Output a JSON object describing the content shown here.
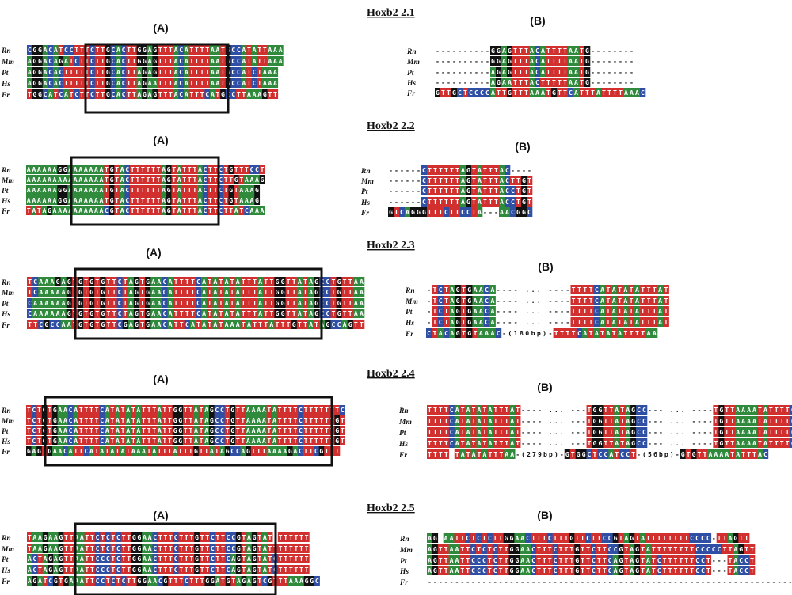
{
  "colors": {
    "A": "#2f8a3c",
    "T": "#d22f2f",
    "C": "#2f4fa5",
    "G": "#111111",
    "gap": "#ffffff",
    "box": "#111111"
  },
  "sections": [
    {
      "title": "Hoxb2 2.1",
      "panels": [
        {
          "label": "(A)",
          "species": [
            "Rn",
            "Mm",
            "Pt",
            "Hs",
            "Fr"
          ],
          "rows": [
            "CGGACATCCTTTCTTGCACTTGGAGTTTACATTTTAATGCCATATTAAA",
            "AGGACAGATCTTCTTGCACTTGGAGTTTACATTTTAATGCCATATTAAA",
            "AGGACACTTTTTCTTGCACTTAGAGTTTACATTTTAATGCCATCTAAA",
            "AGGACACTTTTTCTTGCACTTAGAATTTACATTTTAATGCCATCTAAA",
            "TGGCATCATCTTCTTGCACTTAGAGTTTACATTTCATGCCTTAAAGTT"
          ]
        },
        {
          "label": "(B)",
          "species": [
            "Rn",
            "Mm",
            "Pt",
            "Hs",
            "Fr"
          ],
          "rows": [
            "----------GGAGTTTACATTTTAATG--------",
            "----------GGAGTTTACATTTTAATG--------",
            "----------AGAGTTTACATTTTAATG--------",
            "----------AGAATTTACTTTTTAATG--------",
            "GTTGCTCCCCATTGTTTAAATGTTCATTTATTTTAAAC"
          ]
        }
      ]
    },
    {
      "title": "Hoxb2 2.2",
      "panels": [
        {
          "label": "(A)",
          "species": [
            "Rn",
            "Mm",
            "Pt",
            "Hs",
            "Fr"
          ],
          "rows": [
            "AAAAAAGGAAAAAAATGTACTTTTTTAGTATTTACTTCTGTTTCCT",
            "AAAAAAAAAAAAAAATGTACTTTTTTAGTATTTACTTCTTGTAAAG",
            "AAAAAAGGAAAAAAATGTACTTTTTTAGTATTTACTTCTGTAAAG",
            "AAAAAAGGAAAAAAATGTACTTTTTTAGTATTTACTTCTGTAAAG",
            "TATAGAAAAAAAAAACGTACTTTTTTAGTATTTACTTCTTATCAAA"
          ]
        },
        {
          "label": "(B)",
          "species": [
            "Rn",
            "Mm",
            "Pt",
            "Hs",
            "Fr"
          ],
          "rows": [
            "------CTTTTTTAGTATTTAC----",
            "------CTTTTTTAGTATTTACTTGT",
            "------CTTTTTTAGTATTTACCTGT",
            "------CTTTTTTAGTATTTACCTGT",
            "GTCAGGGTTTCTTCCTA---AACGGC"
          ]
        }
      ]
    },
    {
      "title": "Hoxb2 2.3",
      "panels": [
        {
          "label": "(A)",
          "species": [
            "Rn",
            "Mm",
            "Pt",
            "Hs",
            "Fr"
          ],
          "rows": [
            "TCAAAGAGTGTGTGTTCTAGTGAACATTTTCATATATATTTATTGGTTATAGCCTGTTAA",
            "TCAAAAAGTGTGTGTTCTAGTGAACATTTTCATATATATTTATTGGTTATAGCCTGTTAA",
            "CAAAAAAGTGTGTGTTCTAGTGAACATTTTCATATATATTTATTGGTTATAGCCTGTTAA",
            "CAAAAAAGTGTGTGTTCTAGTGAACATTTTCATATATATTTATTGGTTATAGCCTGTTAA",
            "TTCGCCAATGTGTGTTCGAGTGAACATTCATATATAAATATTTATTTGTTATAGCCAGTT"
          ]
        },
        {
          "label": "(B)",
          "species": [
            "Rn",
            "Mm",
            "Pt",
            "Hs",
            "Fr"
          ],
          "rows": [
            "-TCTAGTGAACA---- ... ----TTTTCATATATATTTAT",
            "-TCTAGTGAACA---- ... ----TTTTCATATATATTTAT",
            "-TCTAGTGAACA---- ... ----TTTTCATATATATTTAT",
            "-TCTAGTGAACA---- ... ----TTTTCATATATATTTAT",
            "CTACAGTGTAAAC-(180bp)-TTTTCATATATATTTTAA"
          ]
        }
      ]
    },
    {
      "title": "Hoxb2 2.4",
      "panels": [
        {
          "label": "(A)",
          "species": [
            "Rn",
            "Mm",
            "Pt",
            "Hs",
            "Fr"
          ],
          "rows": [
            "TCTGTGAACATTTTCATATATATTTATTGGTTATAGCCTGTTAAAATATTTTCTTTTTTTC",
            "TCTGTGAACATTTTCATATATATTTATTGGTTATAGCCTGTTAAAATATTTTCTTTTTTGT",
            "TCTGTGAACATTTTCATATATATTTATTGGTTATAGCCTGTTAAAATATTTTCTTTTTTGT",
            "TCTGTGAACATTTTCATATATATTTATTGGTTATAGCCTGTTAAAATATTTTCTTTTTTGT",
            "GAGTGAACATTCATATATATAAATATTTATTTGTTATAGCCAGTTTAAAAGACTTCGTTT"
          ]
        },
        {
          "label": "(B)",
          "species": [
            "Rn",
            "Mm",
            "Pt",
            "Hs",
            "Fr"
          ],
          "rows": [
            "TTTTCATATATATTTAT---- ... ---TGGTTATAGCC--- ... ----TGTTAAAATATTTTC",
            "TTTTCATATATATTTAT---- ... ---TGGTTATAGCC--- ... ----TGTTAAAATATTTTC",
            "TTTTCATATATATTTAT---- ... ---TGGTTATAGCC--- ... ----TGTTAAAATATTTTC",
            "TTTTCATATATATTTAT---- ... ---TGGTTATAGCC--- ... ----TGTTAAAATATTTTC",
            "TTTT TATATATTTAA-(279bp)-GTGGCTCCATCCT-(56bp)-GTGTTAAAATATTTAC"
          ]
        }
      ]
    },
    {
      "title": "Hoxb2 2.5",
      "panels": [
        {
          "label": "(A)",
          "species": [
            "Rn",
            "Mm",
            "Pt",
            "Hs",
            "Fr"
          ],
          "rows": [
            "TAAGAAGTTAATTCTCTCTTGGAACTTTCTTTGTTCTTCCGTAGTAT TTTTTT",
            "TAAGAAGTTAATTCTCTCTTGGAACTTTCTTTGTTCTTCCGTAGTATTTTTTTT",
            "ACTAGAGTTAATTCCCTCTTGGAACTTTCTTTGTTCTTCAGTAGTATCTTTTTT",
            "ACTAGAGTTAATTCCCTCTTGGAACTTTCTTTGTTCTTCAGTAGTATCTTTTTT",
            "AGATCGTGAAATTCCTCTCTTGGAACGTTTCTTTGGATGTAGAGTCGTTTAAAGGC"
          ]
        },
        {
          "label": "(B)",
          "species": [
            "Rn",
            "Mm",
            "Pt",
            "Hs",
            "Fr"
          ],
          "rows": [
            "AG AATTCTCTCTTGGAACTTTCTTTGTTCTTCCGTAGTATTTTTTTTCCCC-TTAGTT",
            "AGTTAATTCTCTCTTGGAACTTTCTTTGTTCTTCCGTAGTATTTTTTTTCCCCCTTAGTT",
            "AGTTAATTCCCTCTTGGAACTTTCTTTGTTCTTCAGTAGTATCTTTTTTCCT---TACCT",
            "AGTTAATTCCCTCTTGGAACTTTCTTTGTTCTTCAGTAGTATCTTTTTTCCT---TACCT",
            "-----------------------------------------------------------------------"
          ]
        }
      ]
    }
  ]
}
